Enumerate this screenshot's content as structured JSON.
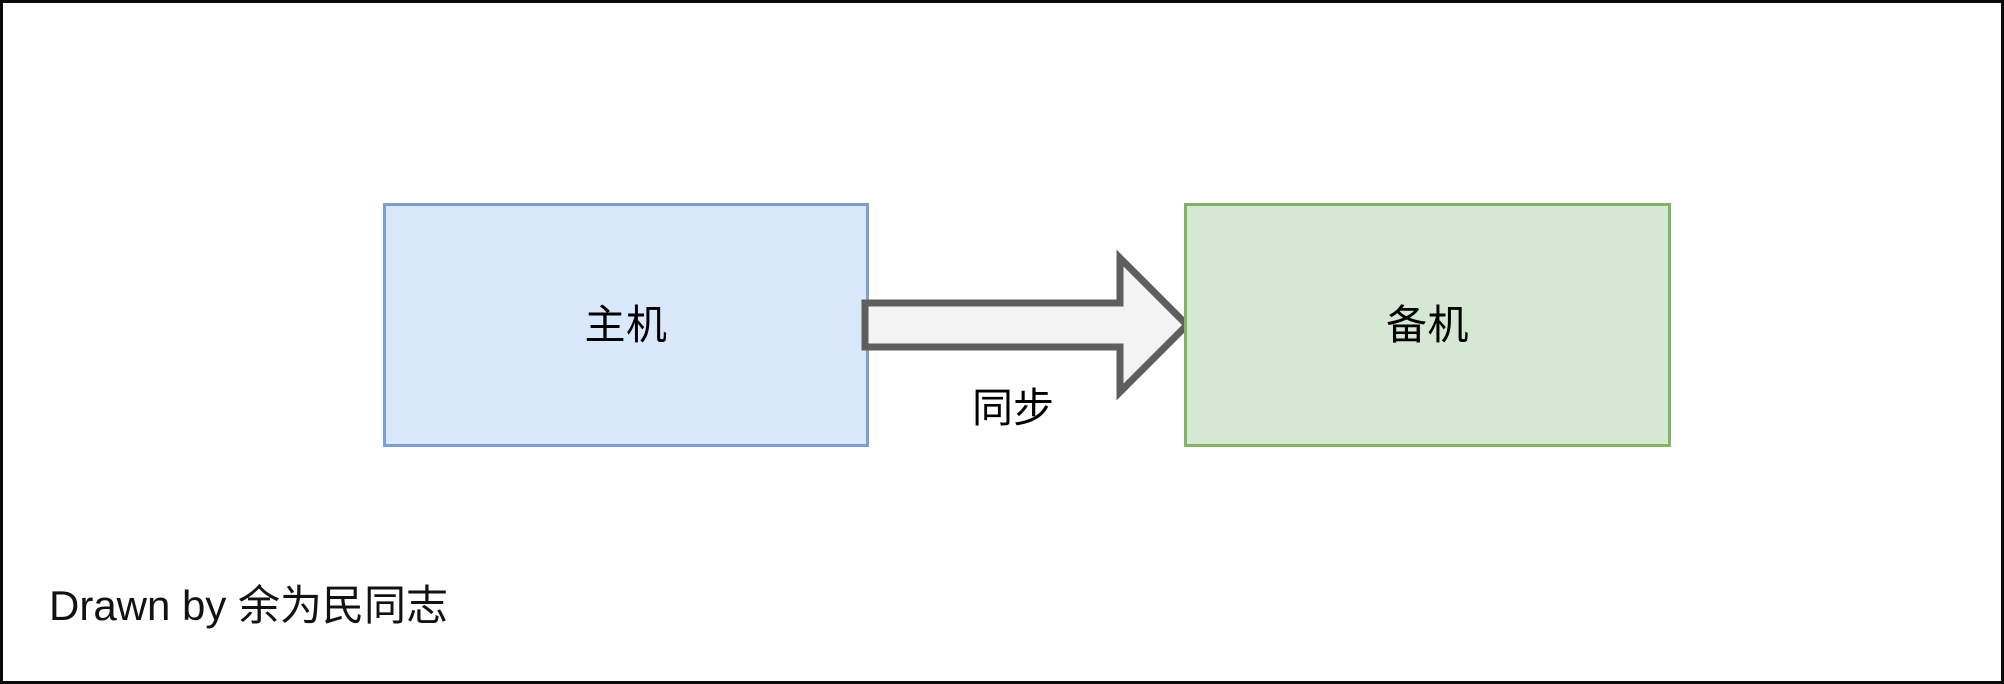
{
  "diagram": {
    "type": "flow-diagram",
    "background_color": "#ffffff",
    "border_color": "#0a0a0a",
    "nodes": [
      {
        "id": "host",
        "label": "主机",
        "shape": "rectangle",
        "fill_color": "#dae8fc",
        "stroke_color": "#7e9fd1"
      },
      {
        "id": "standby",
        "label": "备机",
        "shape": "rectangle",
        "fill_color": "#d5e8d4",
        "stroke_color": "#82b366"
      }
    ],
    "edges": [
      {
        "id": "sync",
        "label": "同步",
        "from": "host",
        "to": "standby",
        "shape": "block-arrow",
        "direction": "right",
        "fill_color": "#f4f4f4",
        "stroke_color": "#5e5e5e"
      }
    ],
    "caption": "Drawn by 余为民同志"
  }
}
